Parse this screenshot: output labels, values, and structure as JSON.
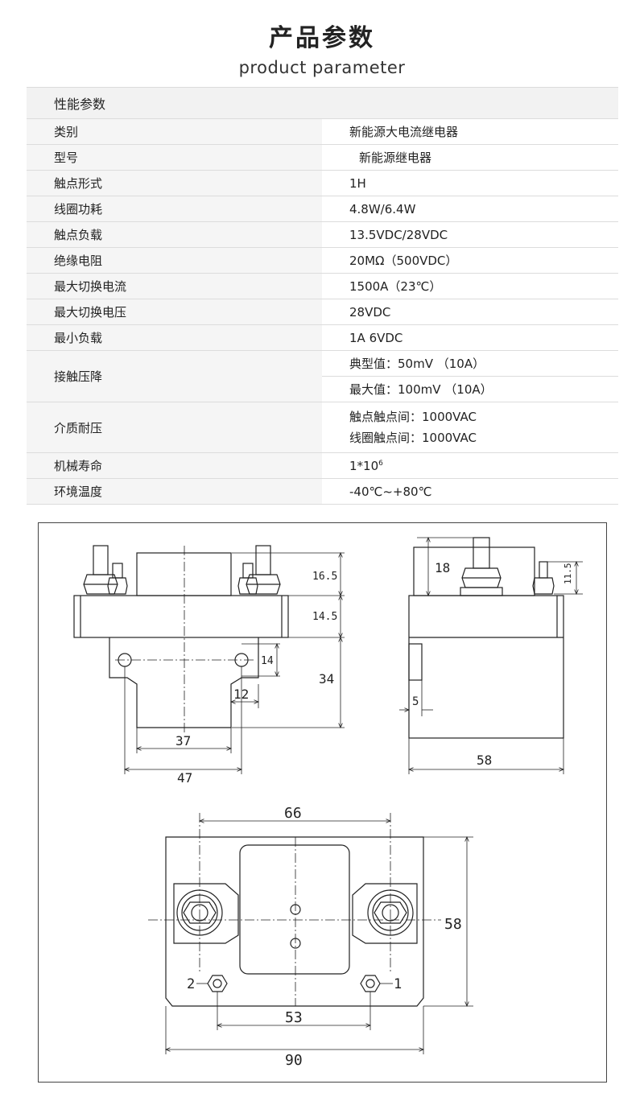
{
  "header": {
    "title_cn": "产品参数",
    "title_en": "product  parameter"
  },
  "spec_table": {
    "section_title": "性能参数",
    "rows": [
      {
        "label": "类别",
        "value": "新能源大电流继电器"
      },
      {
        "label": "型号",
        "value": "新能源继电器"
      },
      {
        "label": "触点形式",
        "value": "1H"
      },
      {
        "label": "线圈功耗",
        "value": "4.8W/6.4W"
      },
      {
        "label": "触点负载",
        "value": "13.5VDC/28VDC"
      },
      {
        "label": "绝缘电阻",
        "value": "20MΩ（500VDC）"
      },
      {
        "label": "最大切换电流",
        "value": "1500A（23℃）"
      },
      {
        "label": "最大切换电压",
        "value": "28VDC"
      },
      {
        "label": "最小负载",
        "value": "1A  6VDC"
      }
    ],
    "contact_drop": {
      "label": "接触压降",
      "typical": "典型值：50mV （10A）",
      "max": "最大值：100mV （10A）"
    },
    "dielectric": {
      "label": "介质耐压",
      "line1": "触点触点间：1000VAC",
      "line2": "线圈触点间：1000VAC"
    },
    "mech_life": {
      "label": "机械寿命",
      "value_base": "1*10",
      "value_exp": "6"
    },
    "ambient": {
      "label": "环境温度",
      "value": "-40℃~+80℃"
    }
  },
  "drawing": {
    "front_view": {
      "d1": "16.5",
      "d2": "14.5",
      "d3": "34",
      "d4": "14",
      "d5": "12",
      "d6": "37",
      "d7": "47"
    },
    "side_view": {
      "d1": "18",
      "d2": "11.5",
      "d3": "5",
      "d4": "58"
    },
    "top_view": {
      "d1": "66",
      "d2": "58",
      "d3": "53",
      "d4": "90",
      "pin_left": "2",
      "pin_right": "1"
    }
  }
}
